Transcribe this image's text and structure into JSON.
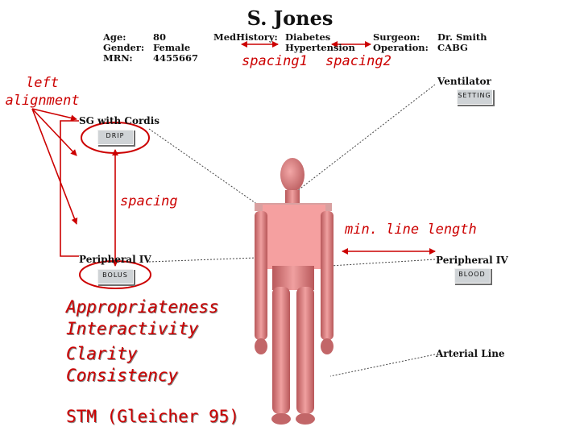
{
  "patient": {
    "name": "S. Jones",
    "age_label": "Age:",
    "age": "80",
    "gender_label": "Gender:",
    "gender": "Female",
    "mrn_label": "MRN:",
    "mrn": "4455667",
    "medhistory_label": "MedHistory:",
    "medhistory_1": "Diabetes",
    "medhistory_2": "Hypertension",
    "surgeon_label": "Surgeon:",
    "surgeon": "Dr. Smith",
    "operation_label": "Operation:",
    "operation": "CABG"
  },
  "devices": {
    "ventilator": {
      "label": "Ventilator",
      "button": "SETTING"
    },
    "sg_cordis": {
      "label": "SG with Cordis",
      "button": "DRIP"
    },
    "peripheral_iv_left": {
      "label": "Peripheral IV",
      "button": "BOLUS"
    },
    "peripheral_iv_right": {
      "label": "Peripheral IV",
      "button": "BLOOD"
    },
    "arterial_line": {
      "label": "Arterial Line"
    }
  },
  "annotations": {
    "left_alignment_1": "left",
    "left_alignment_2": "alignment",
    "spacing1": "spacing1",
    "spacing2": "spacing2",
    "spacing": "spacing",
    "min_line_length": "min. line length"
  },
  "principles": [
    "Appropriateness",
    "Interactivity",
    "Clarity",
    "Consistency"
  ],
  "citation": "STM (Gleicher 95)",
  "colors": {
    "annotation_red": "#cc0000",
    "body_fill": "#e8888a",
    "torso_fill": "#f5a0a0",
    "button_gray": "#cfd3d6"
  }
}
